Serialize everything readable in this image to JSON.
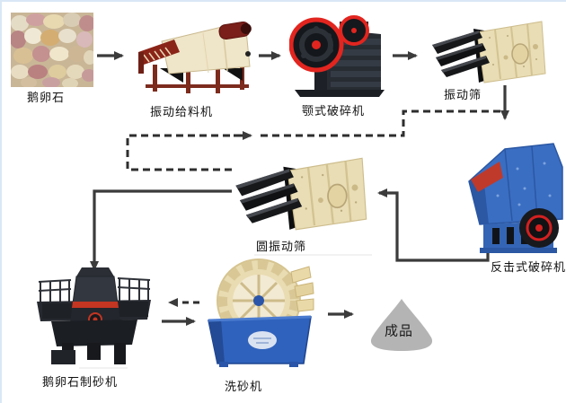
{
  "diagram": {
    "title_hint": "stone crushing and sand making production line flowchart"
  },
  "colors": {
    "arrow": "#3b3b3b",
    "page_border": "#d9e7f6",
    "feeder_body": "#efe5c8",
    "feeder_red": "#7e2a1e",
    "crusher_dark": "#23272d",
    "flywheel_red": "#e2251f",
    "screen_cream": "#e9ddb5",
    "screen_black": "#17181a",
    "impact_blue": "#3a6ec2",
    "impact_red": "#bf3a2b",
    "washer_blue": "#2f62bc",
    "wheel_cream": "#e9dcb2",
    "pile_gray": "#b4b4b4"
  },
  "flow": {
    "nodes": [
      {
        "id": "pebbles",
        "label": "鹅卵石",
        "type": "material-photo"
      },
      {
        "id": "vibrating-feeder",
        "label": "振动给料机",
        "type": "machine"
      },
      {
        "id": "jaw-crusher",
        "label": "颚式破碎机",
        "type": "machine"
      },
      {
        "id": "vibrating-screen",
        "label": "振动筛",
        "type": "machine"
      },
      {
        "id": "impact-crusher",
        "label": "反击式破碎机",
        "type": "machine"
      },
      {
        "id": "circular-vibrating-screen",
        "label": "圆振动筛",
        "type": "machine"
      },
      {
        "id": "sand-maker",
        "label": "鹅卵石制砂机",
        "type": "machine"
      },
      {
        "id": "sand-washer",
        "label": "洗砂机",
        "type": "machine"
      },
      {
        "id": "finished-product",
        "label": "成品",
        "type": "output-pile"
      }
    ],
    "edges": [
      {
        "from": "pebbles",
        "to": "vibrating-feeder",
        "style": "solid"
      },
      {
        "from": "vibrating-feeder",
        "to": "jaw-crusher",
        "style": "solid"
      },
      {
        "from": "jaw-crusher",
        "to": "vibrating-screen",
        "style": "solid"
      },
      {
        "from": "vibrating-screen",
        "to": "impact-crusher",
        "style": "solid"
      },
      {
        "from": "impact-crusher",
        "to": "circular-vibrating-screen",
        "style": "solid"
      },
      {
        "from": "circular-vibrating-screen",
        "to": "sand-maker",
        "style": "solid"
      },
      {
        "from": "circular-vibrating-screen",
        "to": "impact-crusher",
        "style": "dashed"
      },
      {
        "from": "sand-maker",
        "to": "sand-washer",
        "style": "solid"
      },
      {
        "from": "sand-washer",
        "to": "sand-maker",
        "style": "dashed"
      },
      {
        "from": "sand-washer",
        "to": "finished-product",
        "style": "solid"
      }
    ]
  }
}
